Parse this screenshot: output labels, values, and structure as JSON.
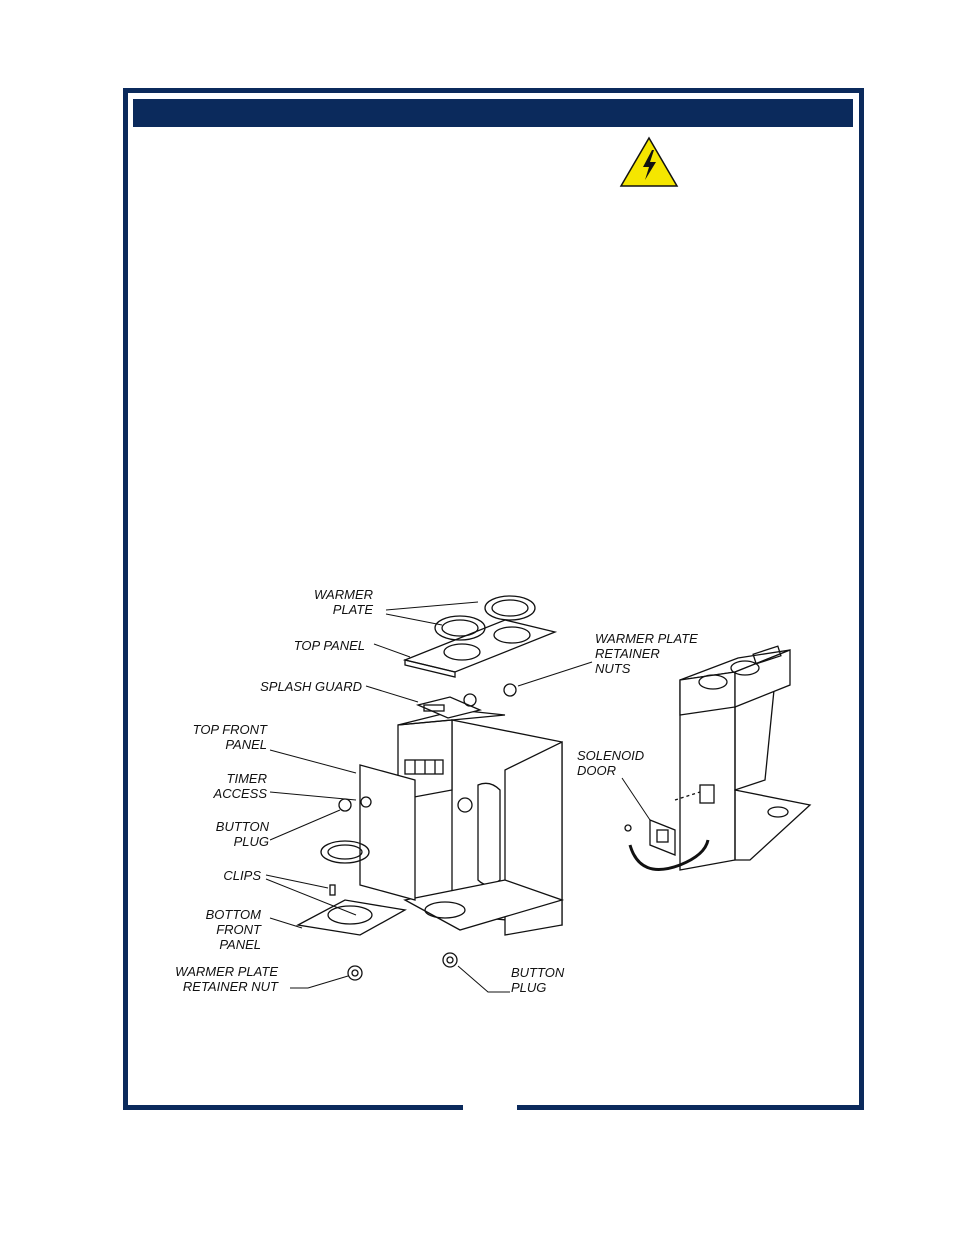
{
  "header": {
    "color": "#0b2a5c"
  },
  "warning_icon": {
    "name": "electrical-hazard-icon",
    "color": "#f5e600"
  },
  "labels": {
    "warmer_plate": "WARMER\nPLATE",
    "top_panel": "TOP PANEL",
    "splash_guard": "SPLASH GUARD",
    "top_front_panel": "TOP FRONT\nPANEL",
    "timer_access": "TIMER\nACCESS",
    "button_plug_left": "BUTTON\nPLUG",
    "clips": "CLIPS",
    "bottom_front_panel": "BOTTOM\nFRONT\nPANEL",
    "warmer_plate_retainer_nut": "WARMER PLATE\nRETAINER NUT",
    "button_plug_bottom": "BUTTON\nPLUG",
    "warmer_plate_retainer_nuts": "WARMER PLATE\nRETAINER\nNUTS",
    "solenoid_door": "SOLENOID\nDOOR"
  }
}
